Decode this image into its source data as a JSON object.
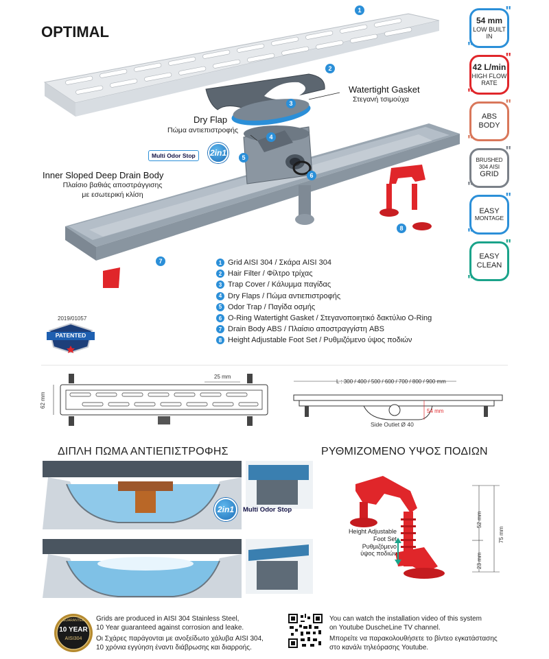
{
  "title": "OPTIMAL",
  "callouts": {
    "gasket_en": "Watertight Gasket",
    "gasket_gr": "Στεγανή τσιμούχα",
    "dryflap_en": "Dry Flap",
    "dryflap_gr": "Πώμα αντιεπιστροφής",
    "body_en": "Inner Sloped Deep Drain Body",
    "body_gr_1": "Πλαίσιο βαθιάς αποστράγγισης",
    "body_gr_2": "με εσωτερική κλίση",
    "multi_odor": "Multi Odor Stop",
    "two_in_one": "2in1"
  },
  "part_numbers": [
    "1",
    "2",
    "3",
    "4",
    "5",
    "6",
    "7",
    "8"
  ],
  "legend": [
    {
      "n": "1",
      "text": "Grid AISI 304 / Σκάρα AISI 304"
    },
    {
      "n": "2",
      "text": "Hair Filter / Φίλτρο τρίχας"
    },
    {
      "n": "3",
      "text": "Trap Cover / Κάλυμμα παγίδας"
    },
    {
      "n": "4",
      "text": "Dry Flaps / Πώμα αντιεπιστροφής"
    },
    {
      "n": "5",
      "text": "Odor Trap / Παγίδα οσμής"
    },
    {
      "n": "6",
      "text": "O-Ring Watertight Gasket / Στεγανοποιητικό δακτύλιο O-Ring"
    },
    {
      "n": "7",
      "text": "Drain Body ABS / Πλαίσιο αποστραγγίστη ABS"
    },
    {
      "n": "8",
      "text": "Height Adjustable Foot Set / Ρυθμιζόμενο ύψος ποδιών"
    }
  ],
  "badges": [
    {
      "l1": "54 mm",
      "l2": "LOW BUILT",
      "l3": "IN",
      "color": "#2b8fd8"
    },
    {
      "l1": "42 L/min",
      "l2": "HIGH FLOW",
      "l3": "RATE",
      "color": "#e0262a"
    },
    {
      "l1": "ABS",
      "l2": "BODY",
      "l3": "",
      "color": "#d9775a"
    },
    {
      "l1": "BRUSHED",
      "l2": "304 AISI",
      "l3": "GRID",
      "color": "#7a8088"
    },
    {
      "l1": "EASY",
      "l2": "MONTAGE",
      "l3": "",
      "color": "#2b8fd8"
    },
    {
      "l1": "EASY",
      "l2": "CLEAN",
      "l3": "",
      "color": "#1aa38a"
    }
  ],
  "patent": {
    "number": "2019/01057",
    "label": "PATENTED"
  },
  "dims": {
    "width_25": "25 mm",
    "height_62": "62 mm",
    "length": "L : 300 / 400 / 500 / 600 / 700 / 800 / 900  mm",
    "height_54": "54 mm",
    "side_outlet": "Side Outlet Ø 40"
  },
  "sections": {
    "left": "ΔΙΠΛΗ ΠΩΜΑ ΑΝΤΙΕΠΙΣΤΡΟΦΗΣ",
    "right": "ΡΥΘΜΙΖΟΜΕΝΟ ΥΨΟΣ ΠΟΔΙΩΝ"
  },
  "foot": {
    "en_1": "Height Adjustable",
    "en_2": "Foot Set",
    "gr_1": "Ρυθμιζόμενο",
    "gr_2": "ύψος ποδιών",
    "d52": "52 mm",
    "d23": "23 mm",
    "d75": "75 mm"
  },
  "warranty": {
    "seal_top": "GUARANTEE",
    "seal_main": "10 YEAR",
    "seal_sub": "AISI304",
    "en_1": "Grids are produced in AISI 304 Stainless Steel,",
    "en_2": "10 Year guaranteed against corrosion and leake.",
    "gr_1": "Οι Σχάρες παράγονται με ανοξείδωτο χάλυβα AISI 304,",
    "gr_2": "10 χρόνια εγγύηση έναντι διάβρωσης και διαρροής."
  },
  "video": {
    "en_1": "You can watch the installation video of this system",
    "en_2": "on Youtube DuscheLine TV channel.",
    "gr_1": "Μπορείτε να παρακολουθήσετε το βίντεο εγκατάστασης",
    "gr_2": "στο κανάλι τηλεόρασης Youtube."
  },
  "colors": {
    "blue": "#2b8fd8",
    "red": "#e0262a",
    "grey": "#8e9aa6"
  }
}
